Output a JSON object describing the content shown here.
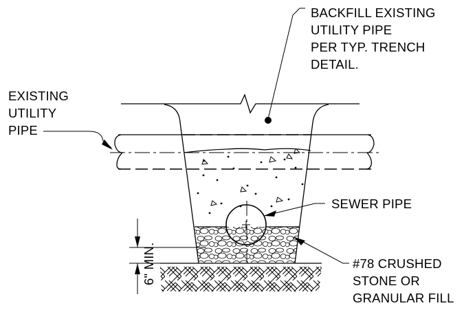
{
  "labels": {
    "backfill": [
      "BACKFILL EXISTING",
      "UTILITY PIPE",
      "PER TYP. TRENCH",
      "DETAIL."
    ],
    "existing_pipe": [
      "EXISTING",
      "UTILITY",
      "PIPE"
    ],
    "sewer_pipe": "SEWER PIPE",
    "bedding": [
      "#78 CRUSHED",
      "STONE OR",
      "GRANULAR FILL"
    ],
    "min_depth": "6\" MIN."
  }
}
